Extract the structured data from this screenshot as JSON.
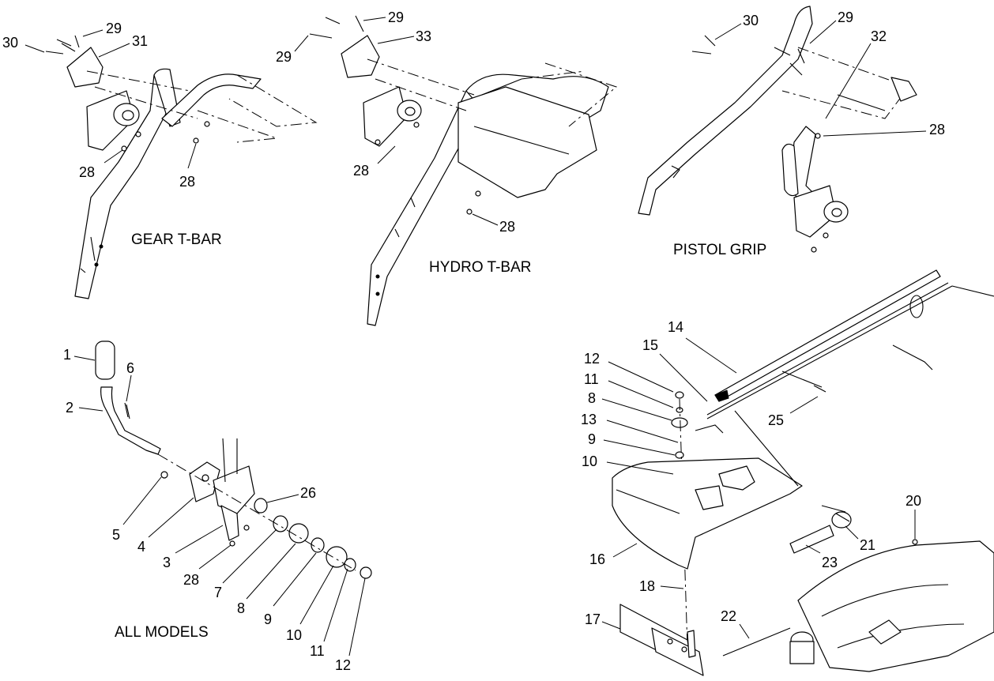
{
  "captions": {
    "gear_tbar": "GEAR T-BAR",
    "hydro_tbar": "HYDRO T-BAR",
    "pistol_grip": "PISTOL GRIP",
    "all_models": "ALL MODELS"
  },
  "callouts": {
    "gear": [
      "30",
      "29",
      "31",
      "28",
      "28"
    ],
    "hydro": [
      "29",
      "29",
      "33",
      "28",
      "28"
    ],
    "pistol": [
      "30",
      "29",
      "32",
      "28"
    ],
    "all_models": [
      "1",
      "6",
      "2",
      "5",
      "4",
      "3",
      "28",
      "26",
      "7",
      "8",
      "9",
      "10",
      "11",
      "12"
    ],
    "deck": [
      "14",
      "15",
      "12",
      "11",
      "8",
      "13",
      "9",
      "10",
      "25",
      "16",
      "21",
      "20",
      "23",
      "18",
      "17",
      "22"
    ]
  }
}
